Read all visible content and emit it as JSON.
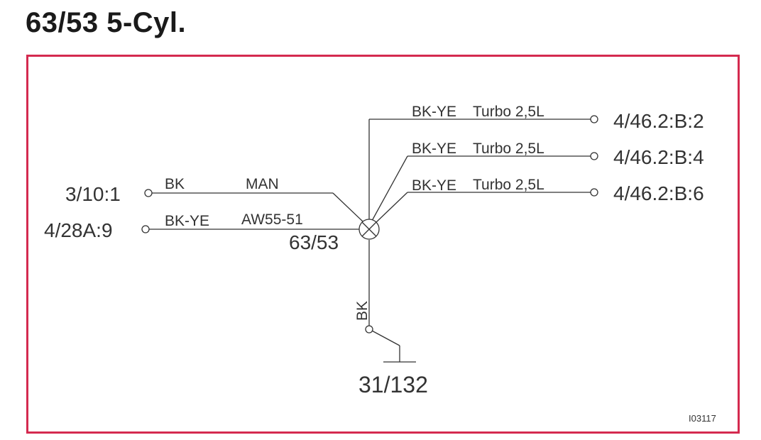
{
  "title": "63/53 5-Cyl.",
  "component": "63/53",
  "ground": "31/132",
  "figure_id": "I03117",
  "colors": {
    "frame": "#d42a4f",
    "line": "#333333"
  },
  "left_connections": [
    {
      "terminal": "3/10:1",
      "wire_color": "BK",
      "note": "MAN"
    },
    {
      "terminal": "4/28A:9",
      "wire_color": "BK-YE",
      "note": "AW55-51"
    }
  ],
  "right_connections": [
    {
      "terminal": "4/46.2:B:2",
      "wire_color": "BK-YE",
      "note": "Turbo 2,5L"
    },
    {
      "terminal": "4/46.2:B:4",
      "wire_color": "BK-YE",
      "note": "Turbo 2,5L"
    },
    {
      "terminal": "4/46.2:B:6",
      "wire_color": "BK-YE",
      "note": "Turbo 2,5L"
    }
  ],
  "ground_wire_color": "BK"
}
